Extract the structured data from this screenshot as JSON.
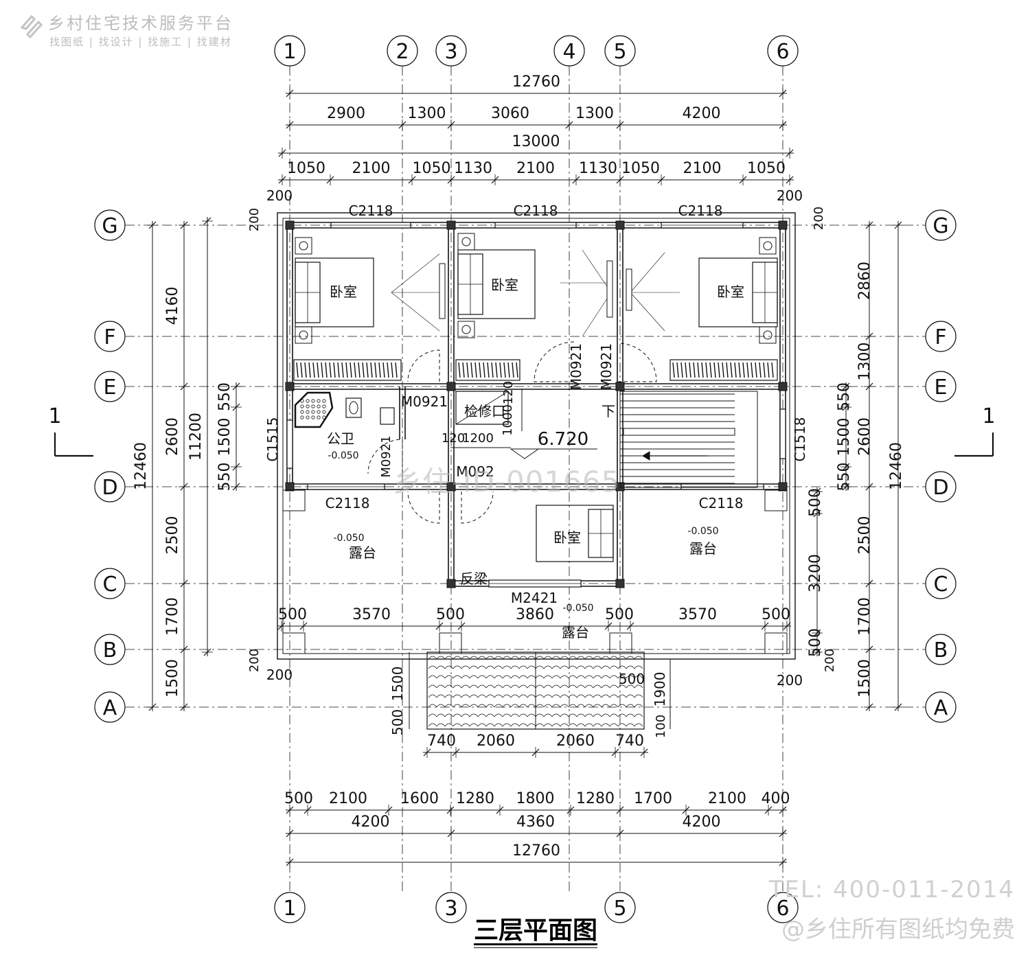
{
  "watermark": {
    "brand_title": "乡村住宅技术服务平台",
    "brand_sub": "找图纸 | 找设计 | 找施工 | 找建材",
    "center_id": "乡住-ID-001665",
    "tel": "TEL: 400-011-2014",
    "free_note": "@乡住所有图纸均免费"
  },
  "drawing_title": "三层平面图",
  "axes": {
    "vertical": [
      "1",
      "2",
      "3",
      "4",
      "5",
      "6"
    ],
    "horizontal": [
      "G",
      "F",
      "E",
      "D",
      "C",
      "B",
      "A"
    ]
  },
  "dims": {
    "top_total": "12760",
    "top_row1": [
      "2900",
      "1300",
      "3060",
      "1300",
      "4200"
    ],
    "top_total2": "13000",
    "top_row2": [
      "1050",
      "2100",
      "1050",
      "1130",
      "2100",
      "1130",
      "1050",
      "2100",
      "1050"
    ],
    "corner_200": "200",
    "left_outer": "12460",
    "left_mid": "11200",
    "left_segments": [
      "4160",
      "2600",
      "2500",
      "1700",
      "1500"
    ],
    "left_inner": [
      "550",
      "1500",
      "550"
    ],
    "right_outer": "12460",
    "right_segments": [
      "2860",
      "1300",
      "2600",
      "2500",
      "1700",
      "1500"
    ],
    "right_inner": [
      "550",
      "1500",
      "550"
    ],
    "right_terrace": [
      "500",
      "3200",
      "500"
    ],
    "terrace_row": [
      "500",
      "3570",
      "500",
      "3860",
      "500",
      "3570",
      "500"
    ],
    "steps_row": [
      "740",
      "2060",
      "2060",
      "740"
    ],
    "steps_left": [
      "1500",
      "500"
    ],
    "steps_right": [
      "500",
      "1900",
      "100"
    ],
    "bottom_row1": [
      "500",
      "2100",
      "1600",
      "1280",
      "1800",
      "1280",
      "1700",
      "2100",
      "400"
    ],
    "bottom_row2": [
      "4200",
      "4360",
      "4200"
    ],
    "bottom_total": "12760"
  },
  "labels": {
    "windows": [
      "C2118",
      "C2118",
      "C2118",
      "C2118",
      "C2118",
      "C1515",
      "C1518"
    ],
    "doors": [
      "M0921",
      "M0921",
      "M0921",
      "M0921",
      "M0921",
      "M2421"
    ],
    "bedroom": "卧室",
    "toilet": "公卫",
    "terrace": "露台",
    "access_hatch": "检修口",
    "down": "下",
    "beam": "反梁",
    "elevation": "6.720",
    "neg_elev": "-0.050",
    "hatch_dims": [
      "1000",
      "120",
      "120",
      "1200"
    ],
    "section_mark": "1",
    "door_small": "M092"
  }
}
